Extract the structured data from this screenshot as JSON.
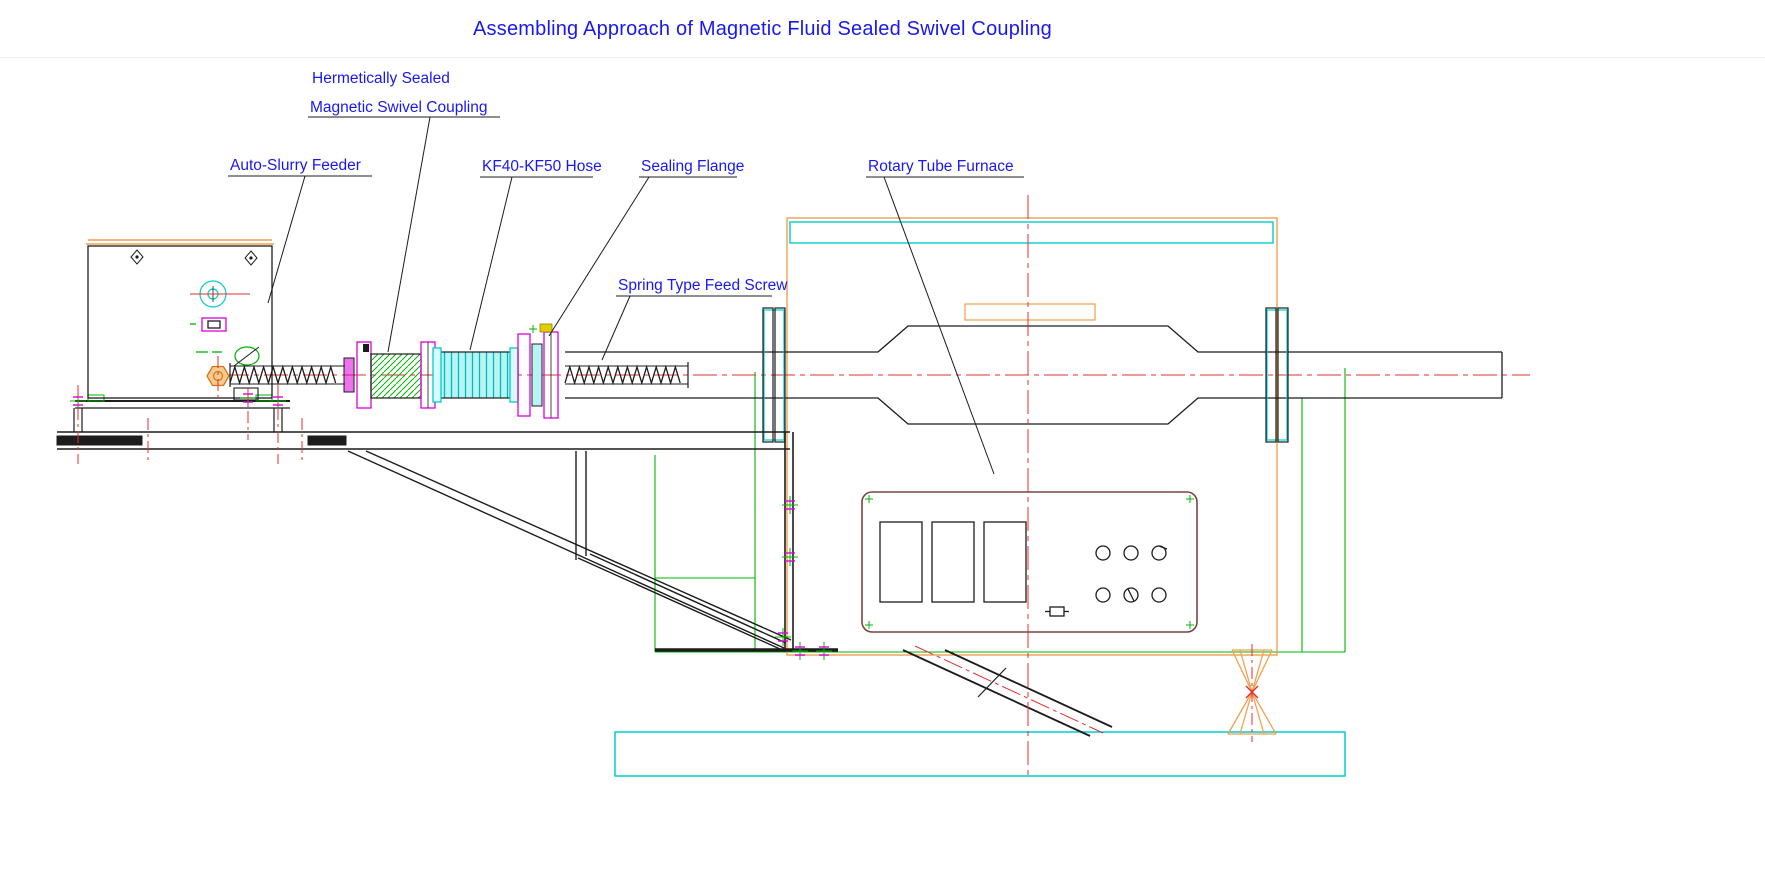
{
  "title": "Assembling Approach of Magnetic Fluid Sealed Swivel Coupling",
  "labels": {
    "hermetic_line1": "Hermetically Sealed",
    "hermetic_line2": "Magnetic Swivel Coupling",
    "auto_slurry_feeder": "Auto-Slurry Feeder",
    "kf_hose": "KF40-KF50 Hose",
    "sealing_flange": "Sealing Flange",
    "spring_feed_screw": "Spring Type Feed Screw",
    "rotary_tube_furnace": "Rotary Tube Furnace"
  },
  "colors": {
    "label_blue": "#1a18f0",
    "line_black": "#1c1c1c",
    "centerline_red": "#e03030",
    "cyan": "#00cdcd",
    "green": "#00b400",
    "magenta": "#dc00dc",
    "orange": "#f0a050",
    "panel_brown": "#7d4343",
    "yellow": "#e0cf00"
  }
}
